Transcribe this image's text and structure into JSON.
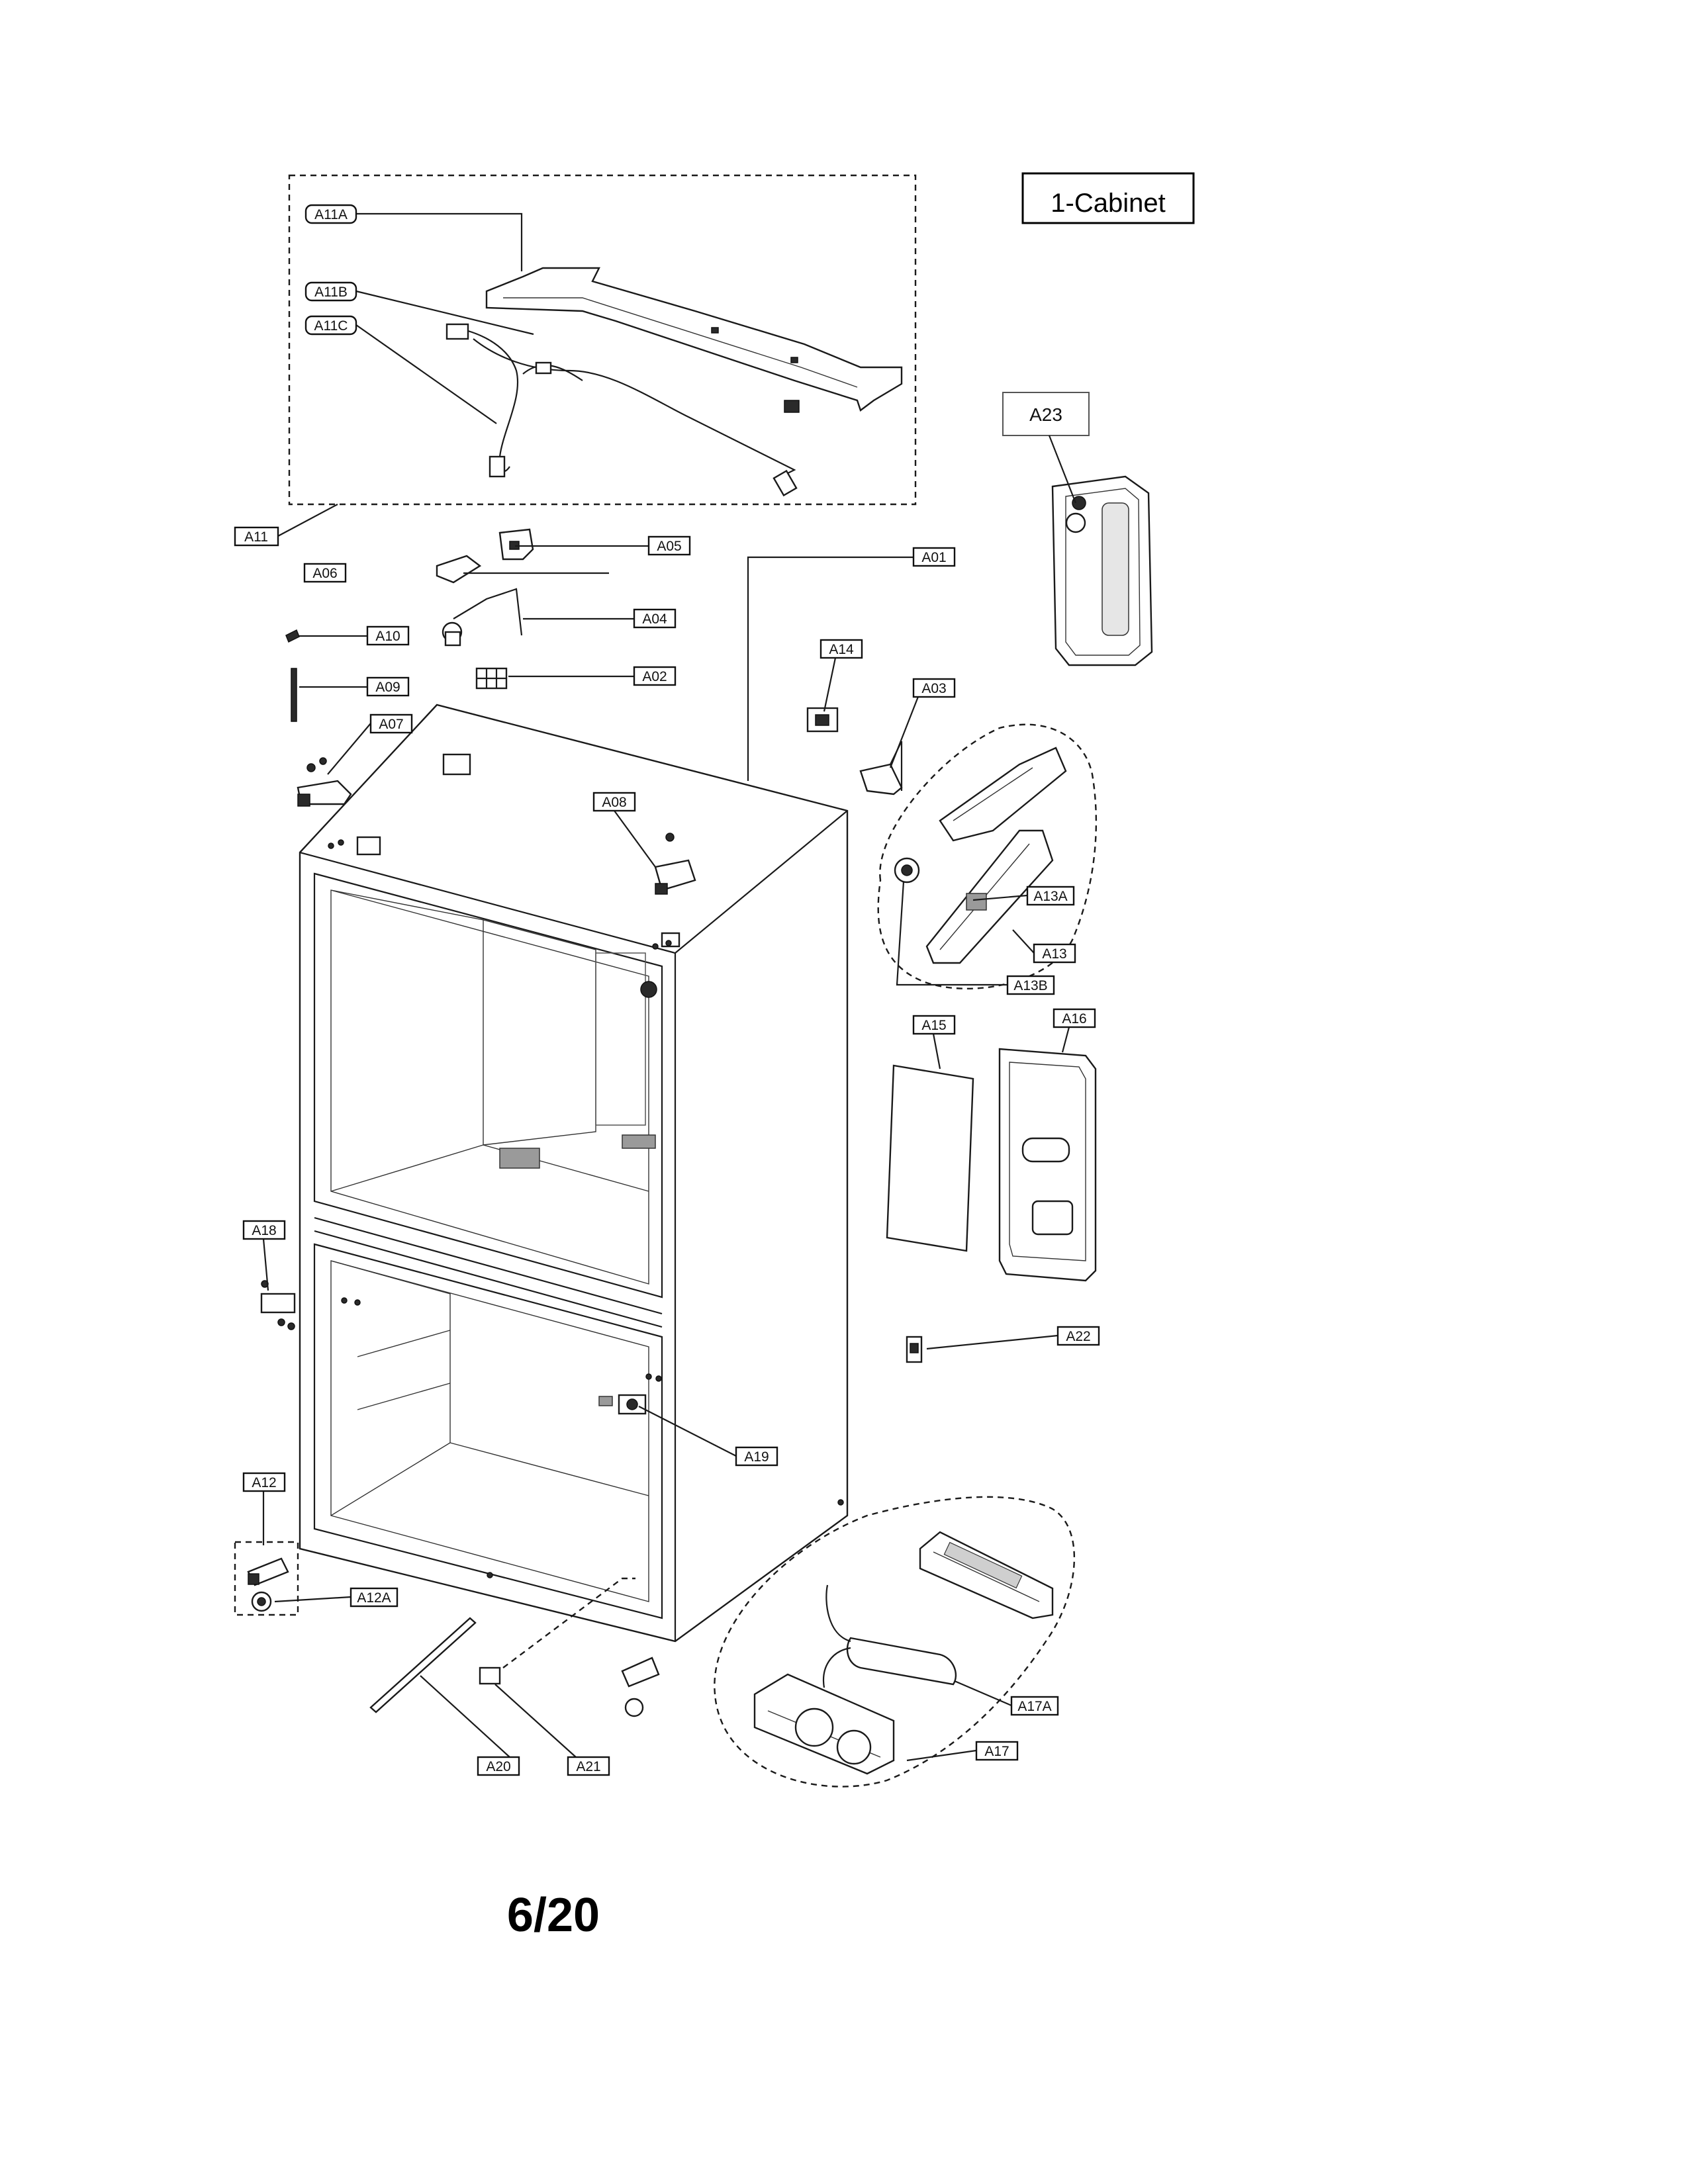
{
  "section_title": "1-Cabinet",
  "page_number": "6/20",
  "callouts": {
    "A11A": "A11A",
    "A11B": "A11B",
    "A11C": "A11C",
    "A11": "A11",
    "A05": "A05",
    "A06": "A06",
    "A01": "A01",
    "A04": "A04",
    "A10": "A10",
    "A02": "A02",
    "A09": "A09",
    "A14": "A14",
    "A03": "A03",
    "A07": "A07",
    "A08": "A08",
    "A13A": "A13A",
    "A13": "A13",
    "A13B": "A13B",
    "A15": "A15",
    "A16": "A16",
    "A18": "A18",
    "A22": "A22",
    "A19": "A19",
    "A12": "A12",
    "A12A": "A12A",
    "A17A": "A17A",
    "A17": "A17",
    "A20": "A20",
    "A21": "A21",
    "A23": "A23"
  }
}
